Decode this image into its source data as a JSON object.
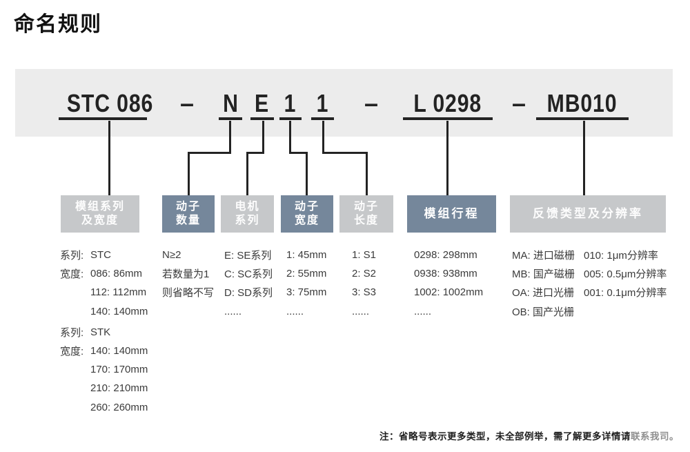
{
  "title": "命名规则",
  "colors": {
    "band_background": "#ececec",
    "box_light": "#c6c8ca",
    "box_dark": "#75879b",
    "code_text": "#232323",
    "body_text": "#3a3a3a"
  },
  "code": {
    "series_width": "STC 086",
    "dash1": "–",
    "mover_count": "N",
    "motor_series": "E",
    "mover_width": "1",
    "mover_length": "1",
    "dash2": "–",
    "module_stroke": "L 0298",
    "dash3": "–",
    "feedback": "MB010"
  },
  "boxes": [
    {
      "line1": "模组系列",
      "line2": "及宽度"
    },
    {
      "line1": "动子",
      "line2": "数量"
    },
    {
      "line1": "电机",
      "line2": "系列"
    },
    {
      "line1": "动子",
      "line2": "宽度"
    },
    {
      "line1": "动子",
      "line2": "长度"
    },
    {
      "line1": "模组行程"
    },
    {
      "line1": "反馈类型及分辨率"
    }
  ],
  "columns": {
    "series_width": [
      {
        "label": "系列:",
        "value": "STC"
      },
      {
        "label": "宽度:",
        "value": "086: 86mm"
      },
      {
        "label": "",
        "value": "112: 112mm"
      },
      {
        "label": "",
        "value": "140: 140mm"
      },
      {
        "label": "系列:",
        "value": "STK"
      },
      {
        "label": "宽度:",
        "value": "140: 140mm"
      },
      {
        "label": "",
        "value": "170: 170mm"
      },
      {
        "label": "",
        "value": "210: 210mm"
      },
      {
        "label": "",
        "value": "260: 260mm"
      }
    ],
    "mover_count": [
      "N≥2",
      "若数量为1",
      "则省略不写"
    ],
    "motor_series": [
      "E: SE系列",
      "C: SC系列",
      "D: SD系列",
      "......"
    ],
    "mover_width": [
      "1: 45mm",
      "2: 55mm",
      "3: 75mm",
      "......"
    ],
    "mover_length": [
      "1: S1",
      "2: S2",
      "3: S3",
      "......"
    ],
    "module_stroke": [
      "0298: 298mm",
      "0938: 938mm",
      "1002: 1002mm",
      "......"
    ],
    "feedback_type": [
      "MA: 进口磁栅",
      "MB: 国产磁栅",
      "OA: 进口光栅",
      "OB: 国产光栅"
    ],
    "feedback_resolution": [
      "010: 1μm分辨率",
      "005: 0.5μm分辨率",
      "001: 0.1μm分辨率"
    ]
  },
  "note": {
    "text": "注：省略号表示更多类型，未全部例举，需了解更多详情请",
    "faded_tail": "联系我司。"
  }
}
